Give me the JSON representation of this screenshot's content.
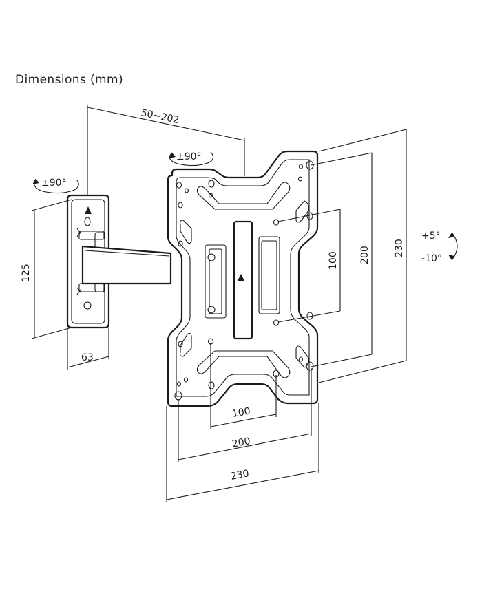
{
  "title": "Dimensions (mm)",
  "dimensions": {
    "arm_extension": "50~202",
    "plate_swivel": "±90°",
    "wall_swivel": "±90°",
    "wall_plate_height": "125",
    "wall_plate_width": "63",
    "hole_height_100": "100",
    "hole_height_200": "200",
    "plate_height": "230",
    "hole_width_100": "100",
    "hole_width_200": "200",
    "plate_width": "230",
    "tilt_up": "+5°",
    "tilt_down": "-10°"
  },
  "icons": {
    "rotation": "rotation-arrow-icon",
    "tilt": "tilt-arrow-icon",
    "brand": "triangle-logo-icon"
  }
}
